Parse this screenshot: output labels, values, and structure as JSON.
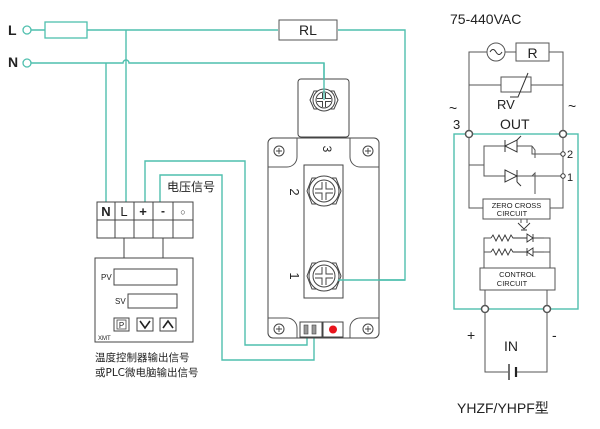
{
  "left_diagram": {
    "terminals": {
      "line": "L",
      "neutral": "N"
    },
    "load_label": "RL",
    "ssr_terminals": [
      "3",
      "2",
      "1"
    ],
    "controller": {
      "terminal_labels": [
        "N",
        "L",
        "+",
        "-",
        "○"
      ],
      "pv_label": "PV",
      "sv_label": "SV",
      "buttons": [
        "P",
        "∨",
        "∧"
      ],
      "model_label": "XMT"
    },
    "voltage_signal_label": "电压信号",
    "caption_line1": "温度控制器输出信号",
    "caption_line2": "或PLC微电脑输出信号"
  },
  "right_diagram": {
    "voltage_range": "75-440VAC",
    "load_label": "R",
    "varistor_label": "RV",
    "ac_symbol": "~",
    "terminal_3": "3",
    "output_label": "OUT",
    "terminal_2": "2",
    "terminal_1": "1",
    "zero_cross_line1": "ZERO CROSS",
    "zero_cross_line2": "CIRCUIT",
    "control_line1": "CONTROL",
    "control_line2": "CIRCUIT",
    "input_plus": "+",
    "input_minus": "-",
    "input_label": "IN",
    "model_caption": "YHZF/YHPF型"
  },
  "colors": {
    "wire": "#4fbfae",
    "indicator_led": "#e8141c"
  }
}
